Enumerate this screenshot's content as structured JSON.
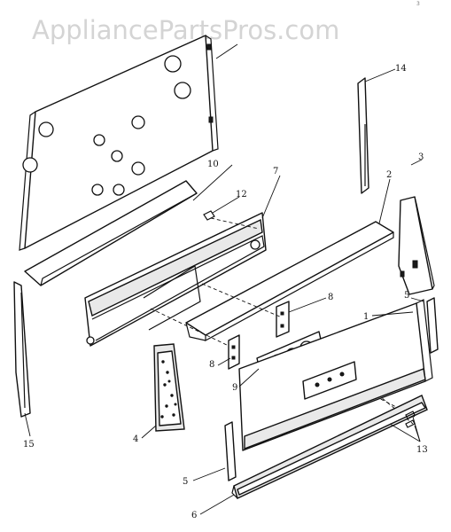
{
  "watermark": "AppliancePartsPros.com",
  "corner_mark": "3",
  "callouts": {
    "c1": "1",
    "c2": "2",
    "c3": "3",
    "c4": "4",
    "c5a": "5",
    "c5b": "5",
    "c6": "6",
    "c7": "7",
    "c8a": "8",
    "c8b": "8",
    "c9": "9",
    "c10": "10",
    "c12": "12",
    "c13": "13",
    "c14": "14",
    "c15": "15"
  }
}
